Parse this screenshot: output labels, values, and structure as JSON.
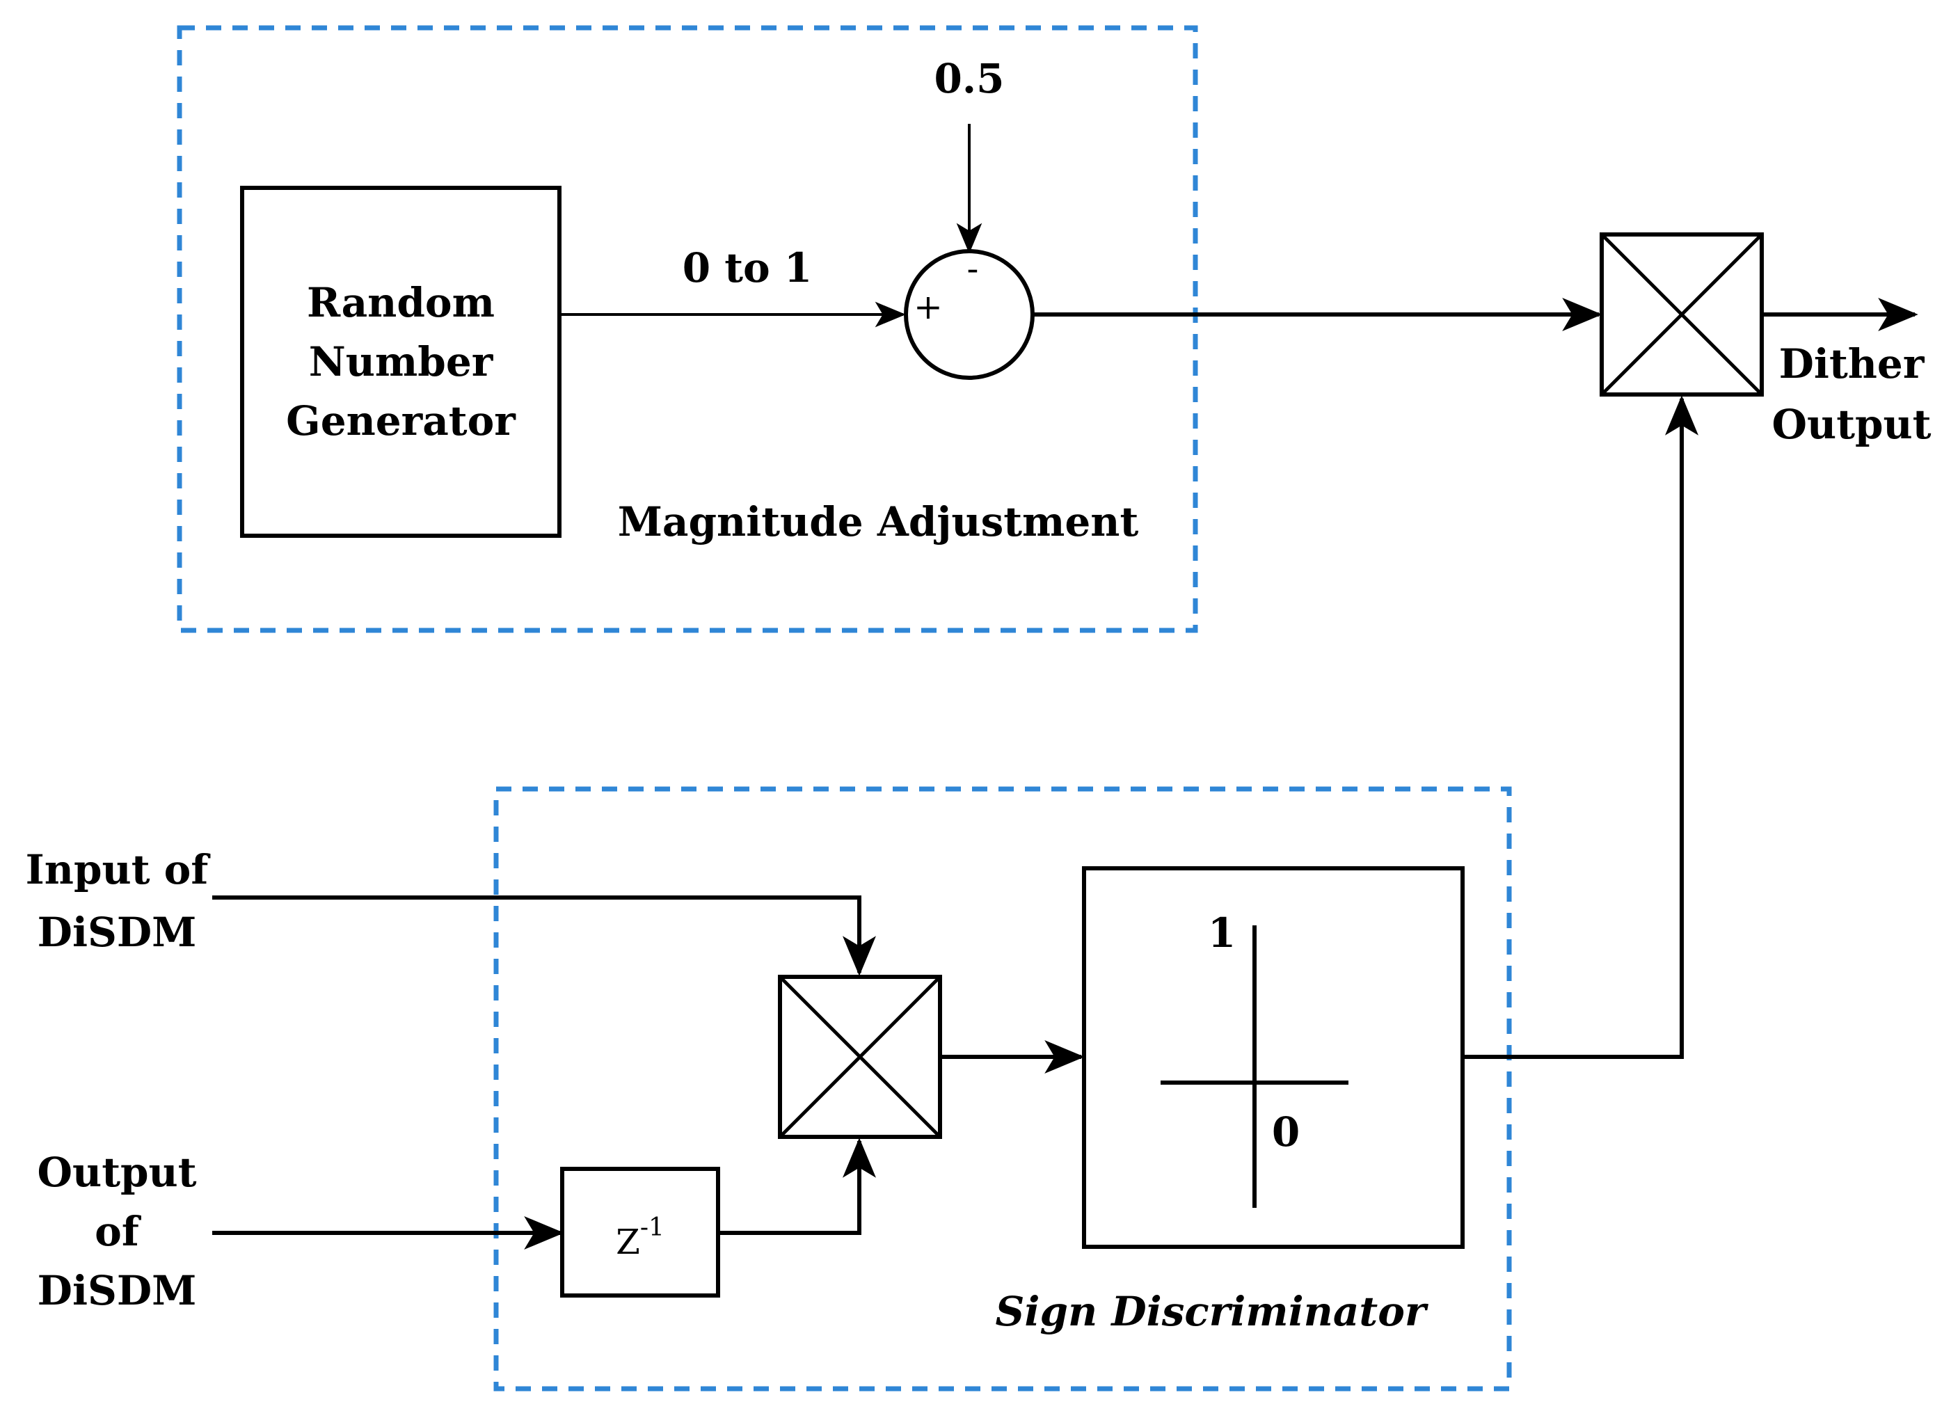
{
  "magnitude_adjustment": {
    "caption": "Magnitude Adjustment",
    "offset_constant": "0.5",
    "range_label": "0 to 1",
    "rng_block": {
      "lines": [
        "Random",
        "Number",
        "Generator"
      ]
    },
    "summer": {
      "plus_sign": "+",
      "minus_sign": "-"
    }
  },
  "sign_discriminator": {
    "caption": "Sign Discriminator",
    "delay_block": {
      "base": "Z",
      "exponent": "-1"
    },
    "level_high": "1",
    "level_low": "0"
  },
  "inputs": {
    "input_lines": [
      "Input of",
      "DiSDM"
    ],
    "output_lines": [
      "Output",
      "of",
      "DiSDM"
    ]
  },
  "dither_output": {
    "lines": [
      "Dither",
      "Output"
    ]
  },
  "colors": {
    "dashed_border": "#2f86d6",
    "stroke": "#000000"
  }
}
